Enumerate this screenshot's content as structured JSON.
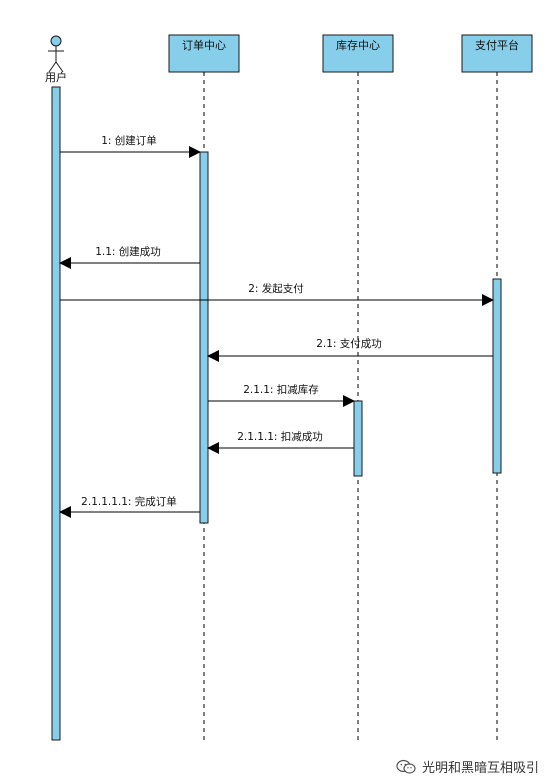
{
  "diagram": {
    "actor": {
      "name": "用户"
    },
    "participants": [
      {
        "id": "order",
        "name": "订单中心"
      },
      {
        "id": "stock",
        "name": "库存中心"
      },
      {
        "id": "pay",
        "name": "支付平台"
      }
    ],
    "messages": [
      {
        "label": "1: 创建订单",
        "from": "actor",
        "to": "order",
        "type": "call"
      },
      {
        "label": "1.1: 创建成功",
        "from": "order",
        "to": "actor",
        "type": "return"
      },
      {
        "label": "2: 发起支付",
        "from": "actor",
        "to": "pay",
        "type": "call"
      },
      {
        "label": "2.1: 支付成功",
        "from": "pay",
        "to": "order",
        "type": "return"
      },
      {
        "label": "2.1.1: 扣减库存",
        "from": "order",
        "to": "stock",
        "type": "call"
      },
      {
        "label": "2.1.1.1: 扣减成功",
        "from": "stock",
        "to": "order",
        "type": "return"
      },
      {
        "label": "2.1.1.1.1: 完成订单",
        "from": "order",
        "to": "actor",
        "type": "return"
      }
    ],
    "colors": {
      "box_fill": "#87ceeb",
      "box_stroke": "#1a1a1a",
      "activation_fill": "#87ceeb",
      "line": "#000000"
    }
  },
  "watermark": {
    "text": "光明和黑暗互相吸引",
    "icon": "wechat-icon"
  }
}
